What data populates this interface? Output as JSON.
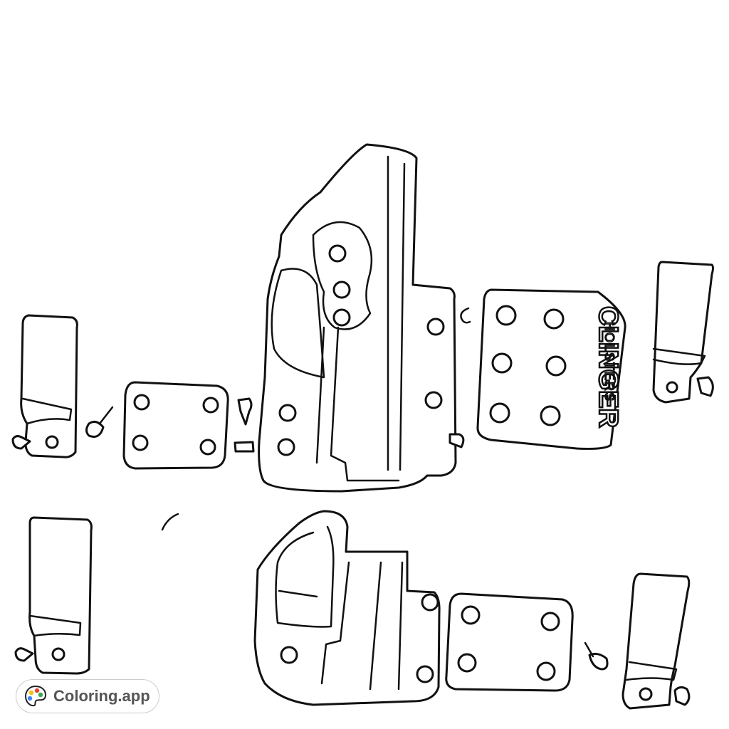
{
  "drawing": {
    "brand_text_line1": "CLINGER",
    "brand_text_line2": "HOLSTERS"
  },
  "badge": {
    "label": "Coloring.app",
    "icon": "palette-icon",
    "palette_colors": [
      "#f4c20d",
      "#e94235",
      "#4285f4",
      "#34a853"
    ]
  }
}
